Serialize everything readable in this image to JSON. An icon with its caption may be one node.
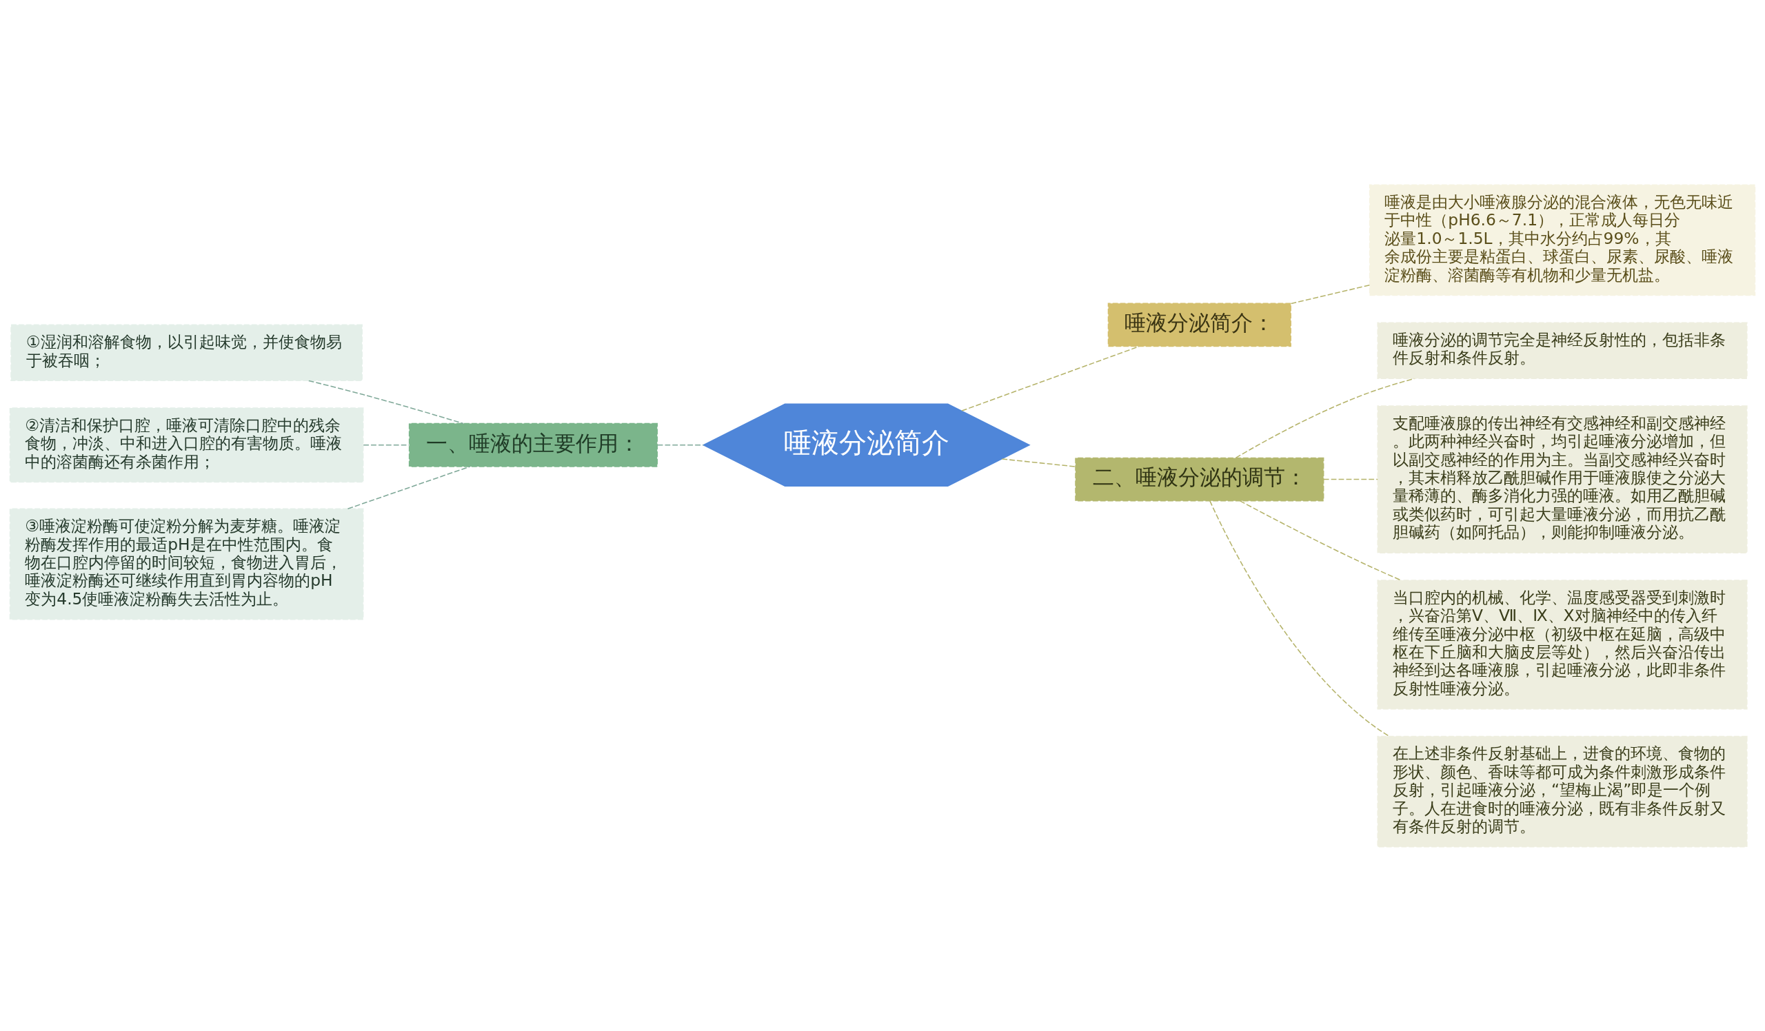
{
  "diagram": {
    "nodes": [
      {
        "text": [
          "唾液分泌简介"
        ]
      },
      {
        "text": [
          "唾液分泌简介："
        ]
      },
      {
        "text": [
          "唾液是由大小唾液腺分泌的混合液体，无色无味近于中性（pH6.6～7.1），正常成人每日分泌量1.0～1.5L，其中水分约占99%，其余成份主要是粘蛋白、球蛋白、尿素、尿酸、唾液淀粉酶、溶菌酶等有机物和少量无机盐。"
        ]
      },
      {
        "text": [
          "一、唾液的主要作用："
        ]
      },
      {
        "text": [
          "①湿润和溶解食物，以引起味觉，并使食物易于被吞咽；"
        ]
      },
      {
        "text": [
          "②清洁和保护口腔，唾液可清除口腔中的残余食物，冲淡、中和进入口腔的有害物质。唾液中的溶菌酶还有杀菌作用；"
        ]
      },
      {
        "text": [
          "③唾液淀粉酶可使淀粉分解为麦芽糖。唾液淀粉酶发挥作用的最适pH是在中性范围内。食物在口腔内停留的时间较短，食物进入胃后，唾液淀粉酶还可继续作用直到胃内容物的pH变为4.5使唾液淀粉酶失去活性为止。"
        ]
      },
      {
        "text": [
          "二、唾液分泌的调节："
        ]
      },
      {
        "text": [
          "唾液分泌的调节完全是神经反射性的，包括非条件反射和条件反射。"
        ]
      },
      {
        "text": [
          "支配唾液腺的传出神经有交感神经和副交感神经。此两种神经兴奋时，均引起唾液分泌增加，但以副交感神经的作用为主。当副交感神经兴奋时，其末梢释放乙酰胆碱作用于唾液腺使之分泌大量稀薄的、酶多消化力强的唾液。如用乙酰胆碱或类似药时，可引起大量唾液分泌，而用抗乙酰胆碱药（如阿托品），则能抑制唾液分泌。"
        ]
      },
      {
        "text": [
          "当口腔内的机械、化学、温度感受器受到刺激时，兴奋沿第Ⅴ、Ⅶ、Ⅸ、Ⅹ对脑神经中的传入纤维传至唾液分泌中枢（初级中枢在延脑，高级中枢在下丘脑和大脑皮层等处），然后兴奋沿传出神经到达各唾液腺，引起唾液分泌，此即非条件反射性唾液分泌。"
        ]
      },
      {
        "text": [
          "在上述非条件反射基础上，进食的环境、食物的形状、颜色、香味等都可成为条件刺激形成条件反射，引起唾液分泌，“望梅止渴”即是一个例子。人在进食时的唾液分泌，既有非条件反射又有条件反射的调节。"
        ]
      }
    ],
    "edges": [
      {
        "from": 0,
        "to": 1,
        "arrow": "none",
        "style": "dashed"
      },
      {
        "from": 1,
        "to": 2,
        "arrow": "none",
        "style": "dashed"
      },
      {
        "from": 3,
        "to": 0,
        "arrow": "none",
        "style": "dashed",
        "color": "#7fa898"
      },
      {
        "from": 4,
        "to": 3,
        "arrow": "none",
        "style": "dashed",
        "color": "#7fa898"
      },
      {
        "from": 5,
        "to": 3,
        "arrow": "none",
        "style": "dashed",
        "color": "#7fa898"
      },
      {
        "from": 6,
        "to": 3,
        "arrow": "none",
        "style": "dashed",
        "color": "#7fa898"
      },
      {
        "from": 0,
        "to": 7,
        "arrow": "none",
        "style": "dashed"
      },
      {
        "from": 7,
        "to": 8,
        "arrow": "none",
        "style": "dashed"
      },
      {
        "from": 7,
        "to": 9,
        "arrow": "none",
        "style": "dashed"
      },
      {
        "from": 7,
        "to": 10,
        "arrow": "none",
        "style": "dashed"
      },
      {
        "from": 7,
        "to": 11,
        "arrow": "none",
        "style": "dashed"
      }
    ]
  }
}
